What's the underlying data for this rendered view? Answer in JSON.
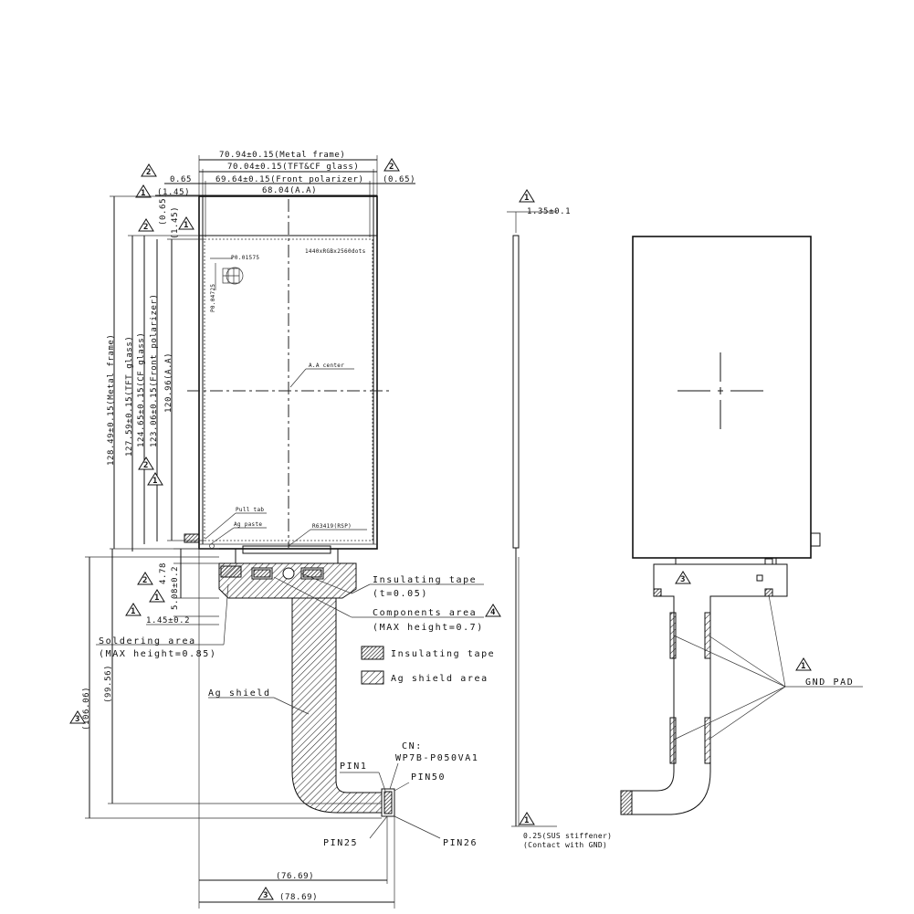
{
  "front_view": {
    "dim_metal_frame_w": "70.94±0.15(Metal frame)",
    "dim_tft_cf_glass_w": "70.04±0.15(TFT&CF glass)",
    "dim_front_polarizer_w": "69.64±0.15(Front polarizer)",
    "dim_active_area_w": "68.04(A.A)",
    "dim_left_065": "0.65",
    "dim_right_065": "(0.65)",
    "dim_left_145": "(1.45)",
    "dim_vert_145": "(1.45)",
    "dim_vert_065": "(0.65)",
    "resolution": "1440xRGBx2560dots",
    "pixel_pitch_h": "P0.01575",
    "pixel_pitch_v": "P0.04725",
    "aa_center_label": "A.A center",
    "dim_metal_frame_h": "128.49±0.15(Metal frame)",
    "dim_tft_glass_h": "127.59±0.15(TFT glass)",
    "dim_cf_glass_h": "124.65±0.15(CF glass)",
    "dim_front_polarizer_h": "123.06±0.15(Front polarizer)",
    "dim_active_area_h": "120.96(A.A)",
    "pull_tab": "Pull tab",
    "ag_paste": "Ag paste",
    "ic_label": "R63419(RSP)",
    "dim_478": "4.78",
    "dim_508": "5.08±0.2",
    "dim_145_02": "1.45±0.2",
    "insulating_tape": "Insulating tape",
    "insulating_thickness": "(t=0.05)",
    "components_area": "Components area",
    "components_height": "(MAX height=0.7)",
    "soldering_area": "Soldering area",
    "soldering_height": "(MAX height=0.85)",
    "legend_insulating": "Insulating tape",
    "legend_ag_shield": "Ag shield area",
    "ag_shield": "Ag shield",
    "cn_label": "CN:",
    "cn_part": "WP7B-P050VA1",
    "pin1": "PIN1",
    "pin50": "PIN50",
    "pin25": "PIN25",
    "pin26": "PIN26",
    "dim_10606": "(106.06)",
    "dim_9956": "(99.56)",
    "dim_7669": "(76.69)",
    "dim_7869": "(78.69)"
  },
  "side_view": {
    "thickness": "1.35±0.1",
    "sus_stiffener": "0.25(SUS stiffener)",
    "contact_gnd": "(Contact with GND)"
  },
  "back_view": {
    "gnd_pad": "GND PAD"
  },
  "revision_marks": {
    "r1": "1",
    "r2": "2",
    "r3": "3",
    "r4": "4"
  }
}
